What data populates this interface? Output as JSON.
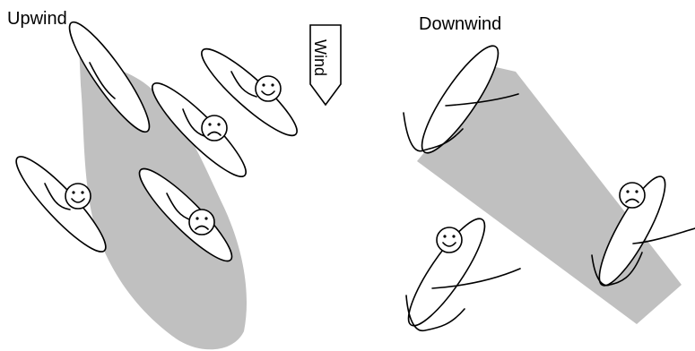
{
  "panels": {
    "left_title": "Upwind",
    "right_title": "Downwind"
  },
  "wind_arrow": {
    "label": "Wind"
  },
  "colors": {
    "shadow": "#c0c0c0",
    "ink": "#000000",
    "background": "#ffffff"
  },
  "sailors": [
    {
      "panel": "upwind",
      "mood": "happy"
    },
    {
      "panel": "upwind",
      "mood": "sad"
    },
    {
      "panel": "upwind",
      "mood": "happy"
    },
    {
      "panel": "upwind",
      "mood": "sad"
    },
    {
      "panel": "downwind",
      "mood": "none"
    },
    {
      "panel": "downwind",
      "mood": "happy"
    },
    {
      "panel": "downwind",
      "mood": "sad"
    }
  ]
}
